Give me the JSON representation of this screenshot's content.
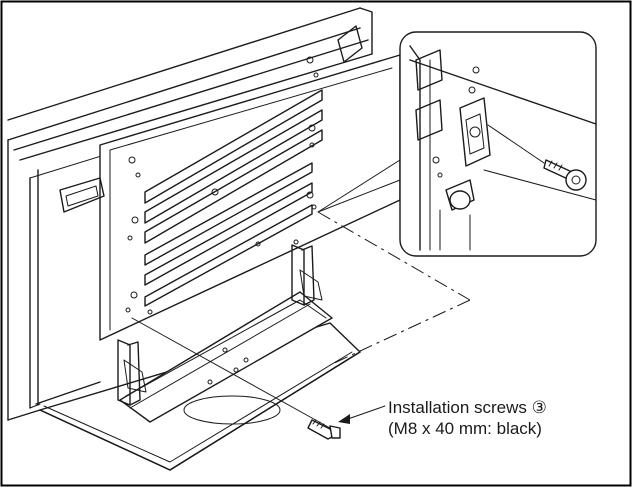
{
  "diagram": {
    "callout": {
      "line1": "Installation screws ③",
      "line2": "(M8 x 40 mm: black)"
    },
    "colors": {
      "ink": "#1b1b1b",
      "paper": "#ffffff",
      "frame": "#000000"
    },
    "parts": [
      "tv-rear-panel",
      "mounting-bracket",
      "stand-base",
      "installation-screw",
      "detail-inset"
    ]
  }
}
